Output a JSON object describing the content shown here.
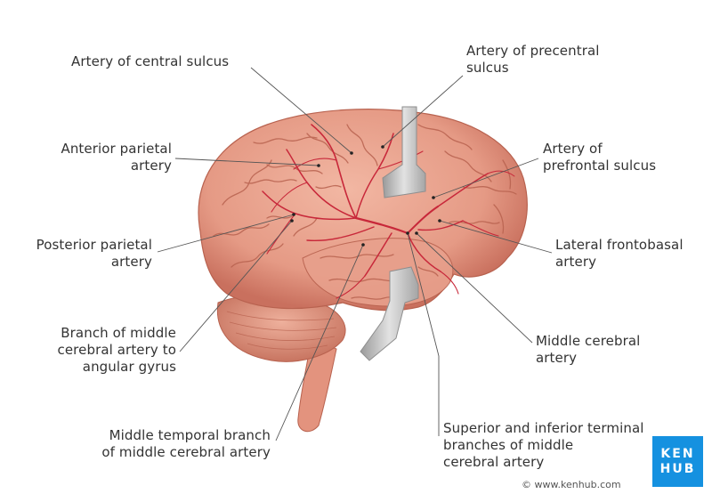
{
  "labels": {
    "central_sulcus": "Artery of central sulcus",
    "precentral_sulcus": "Artery of precentral\nsulcus",
    "anterior_parietal": "Anterior parietal\nartery",
    "prefrontal_sulcus": "Artery of\nprefrontal sulcus",
    "posterior_parietal": "Posterior parietal\nartery",
    "lateral_frontobasal": "Lateral frontobasal\nartery",
    "angular_gyrus": "Branch of middle\ncerebral artery to\nangular gyrus",
    "middle_cerebral": "Middle cerebral\nartery",
    "middle_temporal": "Middle temporal branch\nof middle cerebral artery",
    "terminal_branches": "Superior and inferior terminal\nbranches of middle\ncerebral artery"
  },
  "branding": {
    "logo_line1": "KEN",
    "logo_line2": "HUB",
    "copyright": "© www.kenhub.com"
  },
  "colors": {
    "brain": "#e8a08c",
    "brain_shade": "#c9705e",
    "artery": "#c8283a",
    "retractor": "#c9c9c9",
    "leader": "#555555",
    "logo": "#1591e0"
  }
}
